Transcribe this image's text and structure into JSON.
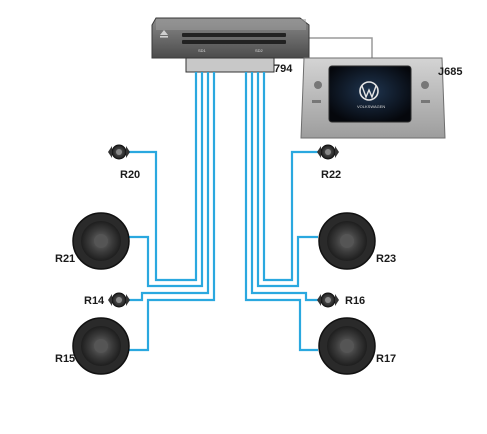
{
  "diagram": {
    "amplifier": {
      "label": "794",
      "slot_labels": [
        "SD1",
        "SD2"
      ]
    },
    "head_unit": {
      "label": "J685",
      "screen_text": "VOLKSWAGEN",
      "logo": "vw-logo-icon"
    },
    "speakers": [
      {
        "id": "R20",
        "kind": "tweeter"
      },
      {
        "id": "R22",
        "kind": "tweeter"
      },
      {
        "id": "R21",
        "kind": "woofer"
      },
      {
        "id": "R23",
        "kind": "woofer"
      },
      {
        "id": "R14",
        "kind": "tweeter"
      },
      {
        "id": "R16",
        "kind": "tweeter"
      },
      {
        "id": "R15",
        "kind": "woofer"
      },
      {
        "id": "R17",
        "kind": "woofer"
      }
    ],
    "colors": {
      "wire": "#2aa8df",
      "device": "#6b6b6b",
      "link_line": "#9a9a9a"
    }
  }
}
